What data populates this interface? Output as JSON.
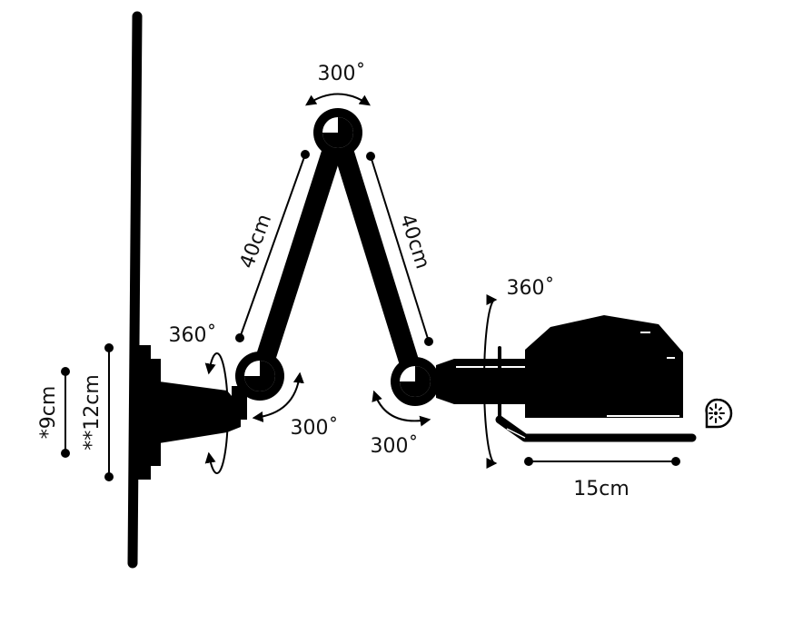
{
  "labels": {
    "top_rotation": "300˚",
    "shoulder_rotation": "360˚",
    "shoulder_pivot": "300˚",
    "elbow_pivot": "300˚",
    "head_rotation": "360˚",
    "arm_left_length": "40cm",
    "arm_right_length": "40cm",
    "head_length": "15cm",
    "base_small": "*9cm",
    "base_large": "**12cm"
  },
  "colors": {
    "ink": "#000000",
    "background": "#ffffff"
  },
  "icons": {
    "bulb": "bulb-icon"
  }
}
